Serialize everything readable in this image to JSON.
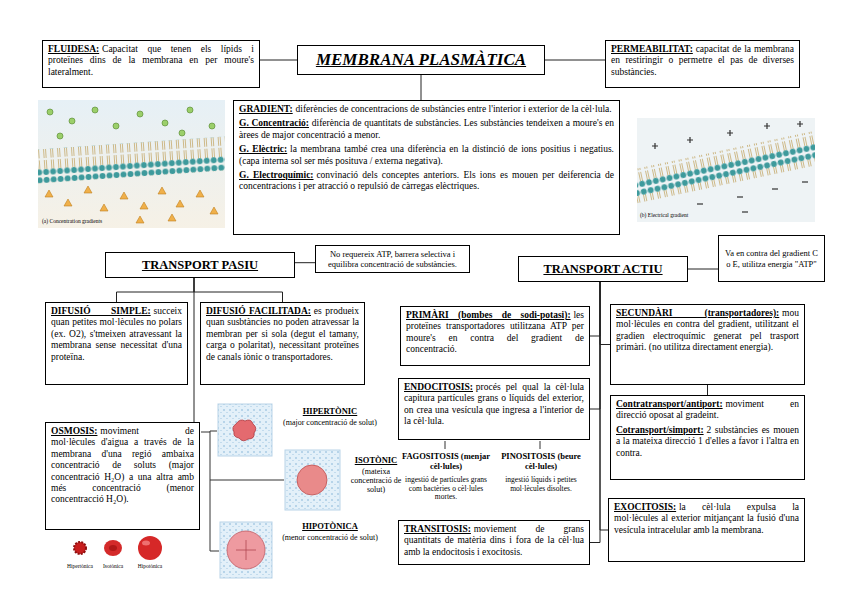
{
  "diagram": {
    "nodes": [
      {
        "text": [
          "FLUIDESA:",
          "Capacitat que tenen els lípids i proteïnes dins de la membrana en per moure's lateralment."
        ]
      },
      {
        "text": [
          "MEMBRANA PLASMÀTICA"
        ]
      },
      {
        "text": [
          "PERMEABILITAT:",
          "capacitat de la membrana en restiringir o permetre el pas de diverses substàncies."
        ]
      },
      {
        "text": [
          "GRADIENT:",
          "diferències de concentracions de substàncies entre l'interior i exterior de la cèl·lula.",
          "G. Concentració:",
          "diferència de quantitats de substàncies. Les substàncies tendeixen a moure's en àrees de major concentració a menor.",
          "G. Elèctric:",
          "la membrana també crea una diferència en la distinció de ions positius i negatius. (capa interna sol ser més posituva / externa negativa).",
          "G. Electroquímic:",
          "convinació dels conceptes anteriors. Els ions es mouen per deiferencia de concentracions i per atracció o repulsió de càrregas elèctriques."
        ]
      },
      {
        "text": [
          "TRANSPORT PASIU"
        ]
      },
      {
        "text": [
          "No requereix ATP, barrera selectiva i equilibra concentració de substàncies."
        ]
      },
      {
        "text": [
          "TRANSPORT ACTIU"
        ]
      },
      {
        "text": [
          "Va en contra del gradient C o E, utilitza energia \"ATP\""
        ]
      },
      {
        "text": [
          "DIFUSIÓ SIMPLE:",
          "succeix quan petites mol·lècules no polars (ex. O2), s'tmeixen atravessant la membrana sense necessitat d'una proteïna."
        ]
      },
      {
        "text": [
          "DIFUSIÓ FACILITADA:",
          "es produeix quan susbtàncies no poden atravessar la membran per si sola (degut el tamany, carga o polaritat), necessitant proteïnes de canals iònic o transportadores."
        ]
      },
      {
        "text": [
          "PRIMÀRI (bombes de sodi-potasi):",
          "les proteïnes transportadores utilitzana ATP per moure's en contra del gradient de concentració."
        ]
      },
      {
        "text": [
          "SECUNDÀRI (transportadores):",
          "mou mol·lècules en contra del gradient, utilitzant el gradien electroquímic generat pel trasport primàri. (no utilitza directament energia)."
        ]
      },
      {
        "text": [
          "ENDOCITOSIS:",
          "procés pel qual la cèl·lula capitura partícules grans o líquids del exterior, on crea una vesícula que ingresa a l'interior de la cèl·lula."
        ]
      },
      {
        "text": [
          "Contratransport/antiport:",
          "moviment en direcció oposat al gradeint.",
          "Cotransport/simport:",
          "2 substàncies es mouen a la mateixa direcció 1 d'elles a favor i l'altra en contra."
        ]
      },
      {
        "text": [
          "OSMOSIS:",
          "moviment de mol·lècules d'aigua a través de la membrana d'una regió ambaixa concentració de soluts (major concentració H₂O) a una altra amb més concentració (menor concentracció H₂O)."
        ]
      },
      {
        "text": [
          "EXOCITOSIS:",
          "la cèl·lula expulsa la mol·lècules al exterior mitjançant la fusió d'una vesícula intracelular amb la membrana."
        ]
      },
      {
        "text": [
          "TRANSITOSIS:",
          "moviement de grans quantitats de matèria dins i fora de la cèl·lua amb la endocitosis i exocitosis."
        ]
      }
    ],
    "edges": [
      {
        "from": 1,
        "to": 0,
        "arrow": "none"
      },
      {
        "from": 1,
        "to": 2,
        "arrow": "none"
      },
      {
        "from": 1,
        "to": 3,
        "arrow": "none"
      },
      {
        "from": 4,
        "to": 5,
        "arrow": "none"
      },
      {
        "from": 4,
        "to": 8,
        "arrow": "none"
      },
      {
        "from": 4,
        "to": 9,
        "arrow": "none"
      },
      {
        "from": 4,
        "to": 14,
        "arrow": "none"
      },
      {
        "from": 6,
        "to": 7,
        "arrow": "none"
      },
      {
        "from": 6,
        "to": 10,
        "arrow": "none"
      },
      {
        "from": 6,
        "to": 11,
        "arrow": "none"
      },
      {
        "from": 6,
        "to": 12,
        "arrow": "none"
      },
      {
        "from": 6,
        "to": 16,
        "arrow": "none"
      },
      {
        "from": 6,
        "to": 15,
        "arrow": "none"
      },
      {
        "from": 11,
        "to": 13,
        "arrow": "none"
      }
    ],
    "labels": [
      "(a) Concentration gradients",
      "(b) Electrical gradient",
      "HIPERTÒNIC",
      "(major concentració de solut)",
      "ISOTÒNIC",
      "(mateixa concentració de solut)",
      "HIPOTÒNICA",
      "(menor concentració de solut)",
      "FAGOSITOSIS (menjar cèl·lules)",
      "ingestió de partícules grans com bactèries o cèl·lules mortes.",
      "PINOSITOSIS (beure cèl·lules)",
      "ingestió líquids i petites mol·lècules disoltes.",
      "Hipertònica",
      "Isotònica",
      "Hipotònica"
    ]
  }
}
